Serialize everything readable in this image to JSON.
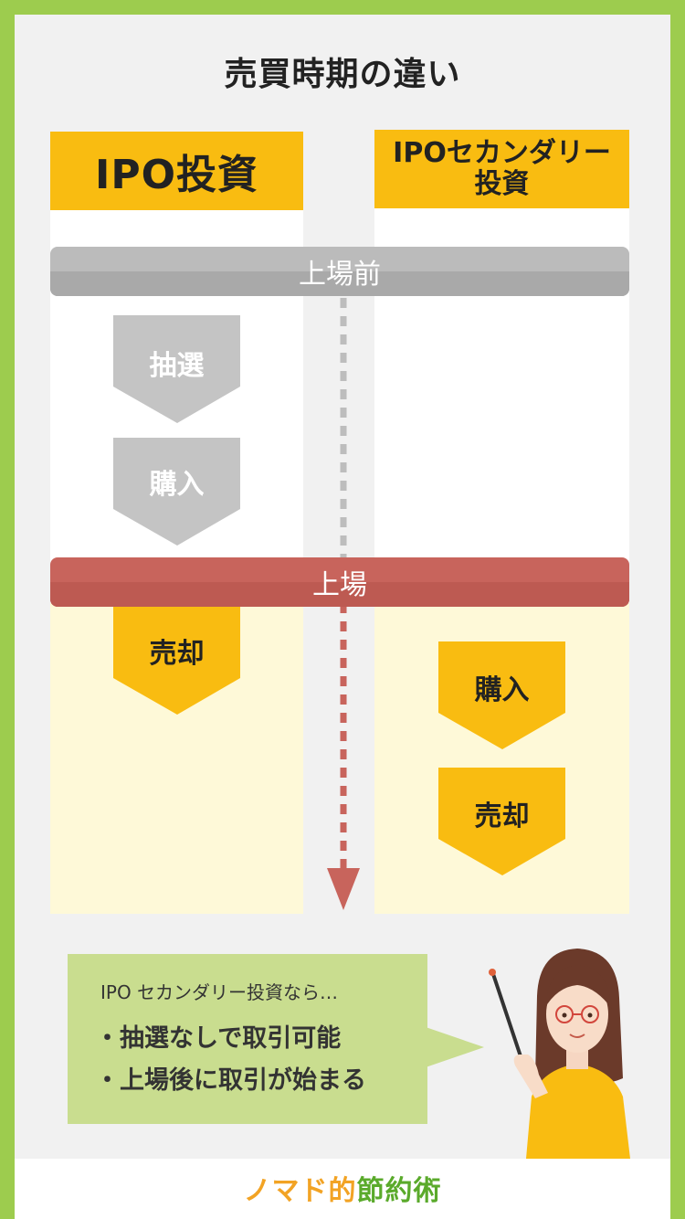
{
  "title": "売買時期の違い",
  "columns": {
    "left_header": "IPO投資",
    "right_header_line1": "IPOセカンダリー",
    "right_header_line2": "投資"
  },
  "bands": {
    "before_listing": "上場前",
    "listing": "上場"
  },
  "left_steps": [
    "抽選",
    "購入",
    "売却"
  ],
  "right_steps": [
    "購入",
    "売却"
  ],
  "bubble": {
    "lead": "IPO セカンダリー投資なら…",
    "items": [
      "・抽選なしで取引可能",
      "・上場後に取引が始まる"
    ]
  },
  "logo": {
    "part1": "ノマド的",
    "part2": "節約術"
  },
  "colors": {
    "frame_green": "#9dcc4e",
    "header_yellow": "#f9bc11",
    "band_gray": "#bbbbbb",
    "band_red": "#c8645c",
    "step_gray": "#c4c4c4",
    "step_yellow": "#f9bc11",
    "after_listing_bg": "#fef9d8",
    "bubble_green": "#c9dd8f"
  }
}
